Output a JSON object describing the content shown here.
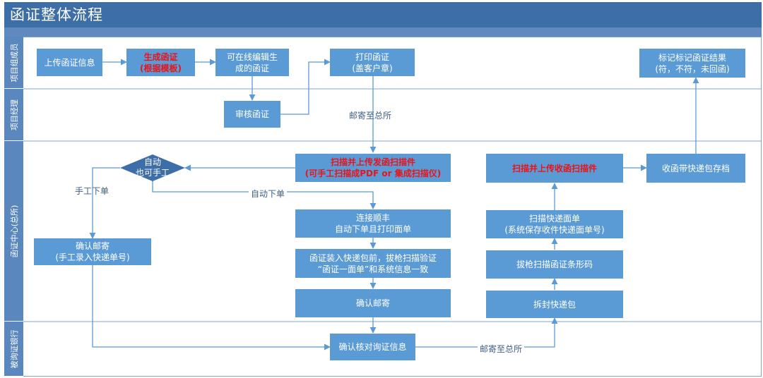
{
  "title": "函证整体流程",
  "lanes": [
    {
      "id": "lane-project-members",
      "label": "项目组成员"
    },
    {
      "id": "lane-project-manager",
      "label": "项目经理"
    },
    {
      "id": "lane-confirmation-center",
      "label": "函证中心(总所)"
    },
    {
      "id": "lane-bank",
      "label": "被询证银行"
    }
  ],
  "nodes": {
    "upload_info": "上传函证信息",
    "generate": "生成函证\n(根据模板)",
    "online_edit": "可在线编辑生\n成的函证",
    "print_stamp": "打印函证\n(盖客户章)",
    "mark_result": "标记标记函证结果\n(符，不符，未回函)",
    "review": "审核函证",
    "scan_upload_send": "扫描并上传发函扫描件\n(可手工扫描成PDF  or  集成扫描仪)",
    "decision": "自动\n也可手工",
    "manual_confirm": "确认邮寄\n(手工录入快递单号)",
    "connect_sf": "连接顺丰\n自动下单且打印面单",
    "pack_scan": "函证装入快递包前，拔枪扫描验证\n“函证一面单”和系统信息一致",
    "confirm_mail": "确认邮寄",
    "scan_upload_receive": "扫描并上传收函扫描件",
    "archive": "收函带快递包存档",
    "scan_waybill": "扫描快递面单\n(系统保存收件快递面单号)",
    "scan_barcode": "拔枪扫描函证条形码",
    "unpack": "拆封快递包",
    "bank_confirm": "确认核对询证信息"
  },
  "edge_labels": {
    "mail_to_hq_1": "邮寄至总所",
    "manual_order": "手工下单",
    "auto_order": "自动下单",
    "mail_to_hq_2": "邮寄至总所"
  },
  "colors": {
    "title_bg": "#3e6ea8",
    "lane_header": "#5b87bf",
    "node_fill": "#5b9bd5",
    "connector": "#5b9bd5",
    "highlight_text": "#e8141a"
  }
}
